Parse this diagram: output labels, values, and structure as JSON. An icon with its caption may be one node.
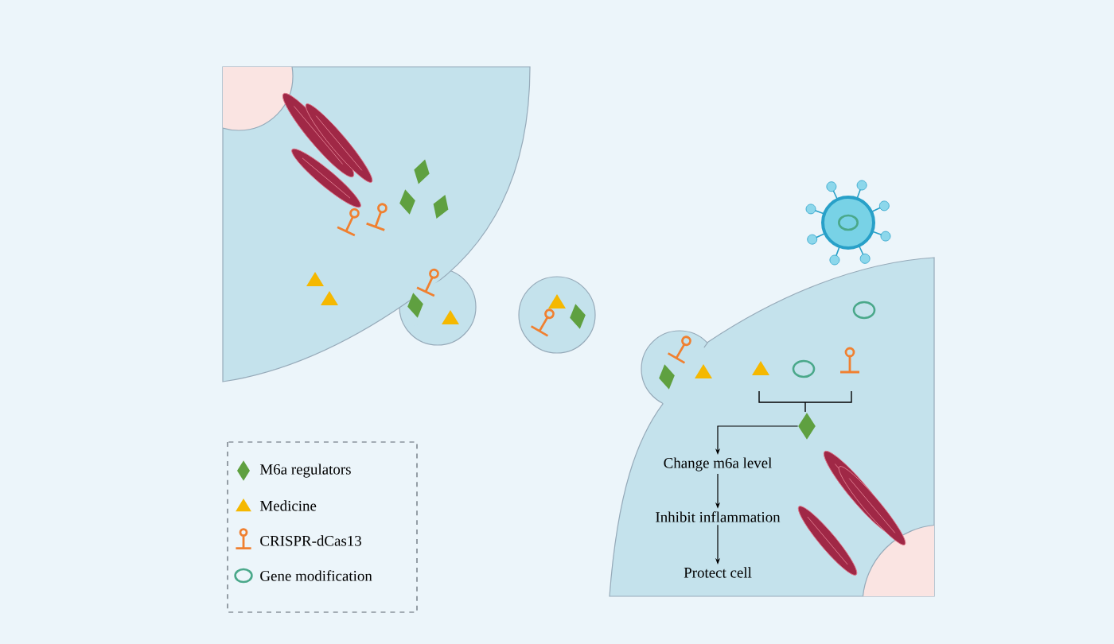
{
  "diagram": {
    "nodes": [
      {
        "text": [],
        "shape": "diamond"
      },
      {
        "text": [
          "Change m6a level"
        ]
      },
      {
        "text": [
          "Inhibit inflammation"
        ]
      },
      {
        "text": [
          "Protect cell"
        ]
      }
    ],
    "edges": [
      {
        "from": 0,
        "to": 1,
        "arrow": "to"
      },
      {
        "from": 1,
        "to": 2,
        "arrow": "to"
      },
      {
        "from": 2,
        "to": 3,
        "arrow": "to"
      }
    ],
    "legend": [
      {
        "text": "M6a regulators"
      },
      {
        "text": "Medicine"
      },
      {
        "text": "CRISPR-dCas13"
      },
      {
        "text": "Gene modification"
      }
    ]
  }
}
